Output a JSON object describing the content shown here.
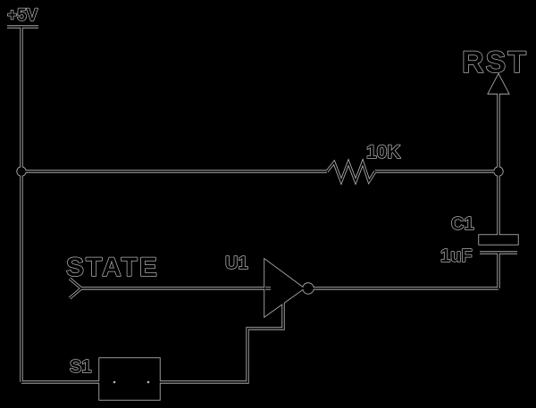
{
  "diagram": {
    "type": "circuit-schematic",
    "background_color": "#000000",
    "stroke_halo_color": "#a9a9a9",
    "stroke_core_color": "#000000",
    "labels": {
      "supply": "+5V",
      "reset_signal": "RST",
      "resistor_value": "10K",
      "capacitor_ref": "C1",
      "capacitor_value": "1uF",
      "state_signal": "STATE",
      "inverter_ref": "U1",
      "switch_ref": "S1"
    },
    "components": [
      {
        "name": "power-rail",
        "label": "+5V"
      },
      {
        "name": "pullup-resistor",
        "value": "10K"
      },
      {
        "name": "capacitor",
        "ref": "C1",
        "value": "1uF"
      },
      {
        "name": "inverter-gate",
        "ref": "U1"
      },
      {
        "name": "pushbutton-switch",
        "ref": "S1"
      },
      {
        "name": "input-port",
        "label": "STATE"
      },
      {
        "name": "output-arrow",
        "label": "RST"
      }
    ]
  }
}
